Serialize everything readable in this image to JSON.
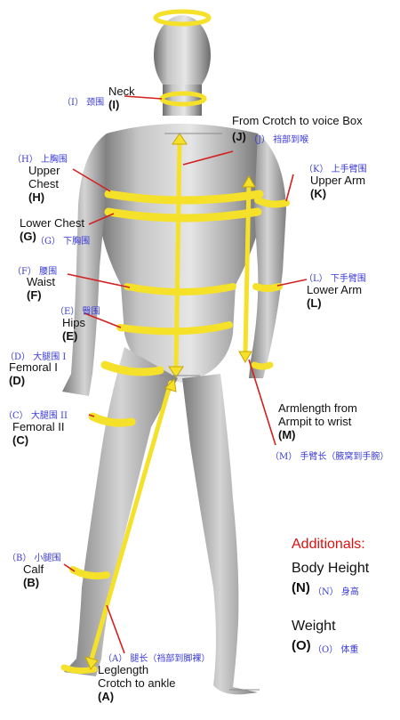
{
  "labels": {
    "neck": {
      "en": "Neck",
      "code": "(I)",
      "zh": "（I） 颈围"
    },
    "crotch_voice": {
      "en": "From Crotch to voice Box",
      "code": "(J)",
      "zh": "（J） 裆部到喉"
    },
    "upper_chest": {
      "en1": "Upper",
      "en2": "Chest",
      "code": "(H)",
      "zh": "（H） 上胸围"
    },
    "lower_chest": {
      "en": "Lower Chest",
      "code": "(G)",
      "zh": "（G） 下胸围"
    },
    "waist": {
      "en": "Waist",
      "code": "(F)",
      "zh": "（F） 腰围"
    },
    "hips": {
      "en": "Hips",
      "code": "(E)",
      "zh": "（E） 臀围"
    },
    "femoral_1": {
      "en": "Femoral I",
      "code": "(D)",
      "zh": "（D） 大腿围 I"
    },
    "femoral_2": {
      "en": "Femoral II",
      "code": "(C)",
      "zh": "（C） 大腿围 II"
    },
    "calf": {
      "en": "Calf",
      "code": "(B)",
      "zh": "（B） 小腿围"
    },
    "leglength": {
      "en1": "Leglength",
      "en2": "Crotch to ankle",
      "code": "(A)",
      "zh": "（A） 腿长（裆部到脚裸）"
    },
    "upper_arm": {
      "en": "Upper Arm",
      "code": "(K)",
      "zh": "（K） 上手臂围"
    },
    "lower_arm": {
      "en": "Lower Arm",
      "code": "(L)",
      "zh": "（L） 下手臂围"
    },
    "armlength": {
      "en1": "Armlength from",
      "en2": "Armpit to wrist",
      "code": "(M)",
      "zh": "（M） 手臂长（腋窝到手腕）"
    }
  },
  "additionals": {
    "title": "Additionals:",
    "body_height": {
      "en": "Body Height",
      "code": "(N)",
      "zh": "（N） 身高"
    },
    "weight": {
      "en": "Weight",
      "code": "(O)",
      "zh": "（O） 体重"
    }
  },
  "colors": {
    "tape": "#f5e12a",
    "tape_edge": "#c9a800",
    "leader": "#d42020",
    "zh_text": "#3a3ad8",
    "accent": "#e01010"
  }
}
